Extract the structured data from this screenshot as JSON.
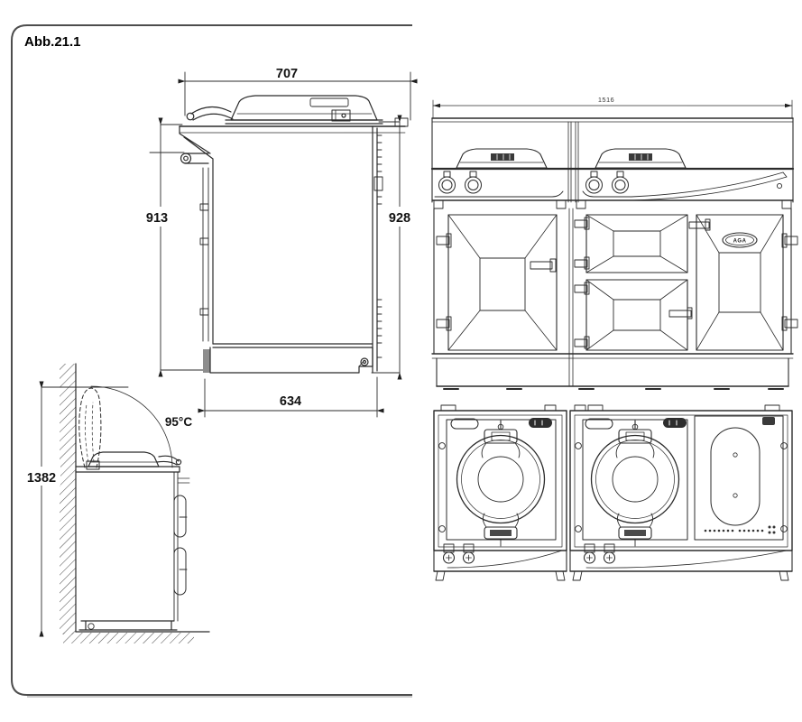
{
  "figure": {
    "label": "Abb.21.1"
  },
  "side_view": {
    "width_top": "707",
    "height_left": "913",
    "height_right": "928",
    "depth_bottom": "634"
  },
  "clearance_view": {
    "height_total": "1382",
    "lid_open_label": "95°C"
  },
  "front_view": {
    "width_total": "1516",
    "door_badge": "AGA"
  },
  "colors": {
    "line": "#2b2b2b",
    "dim_text": "#121212",
    "frame": "#4d4d4d"
  }
}
